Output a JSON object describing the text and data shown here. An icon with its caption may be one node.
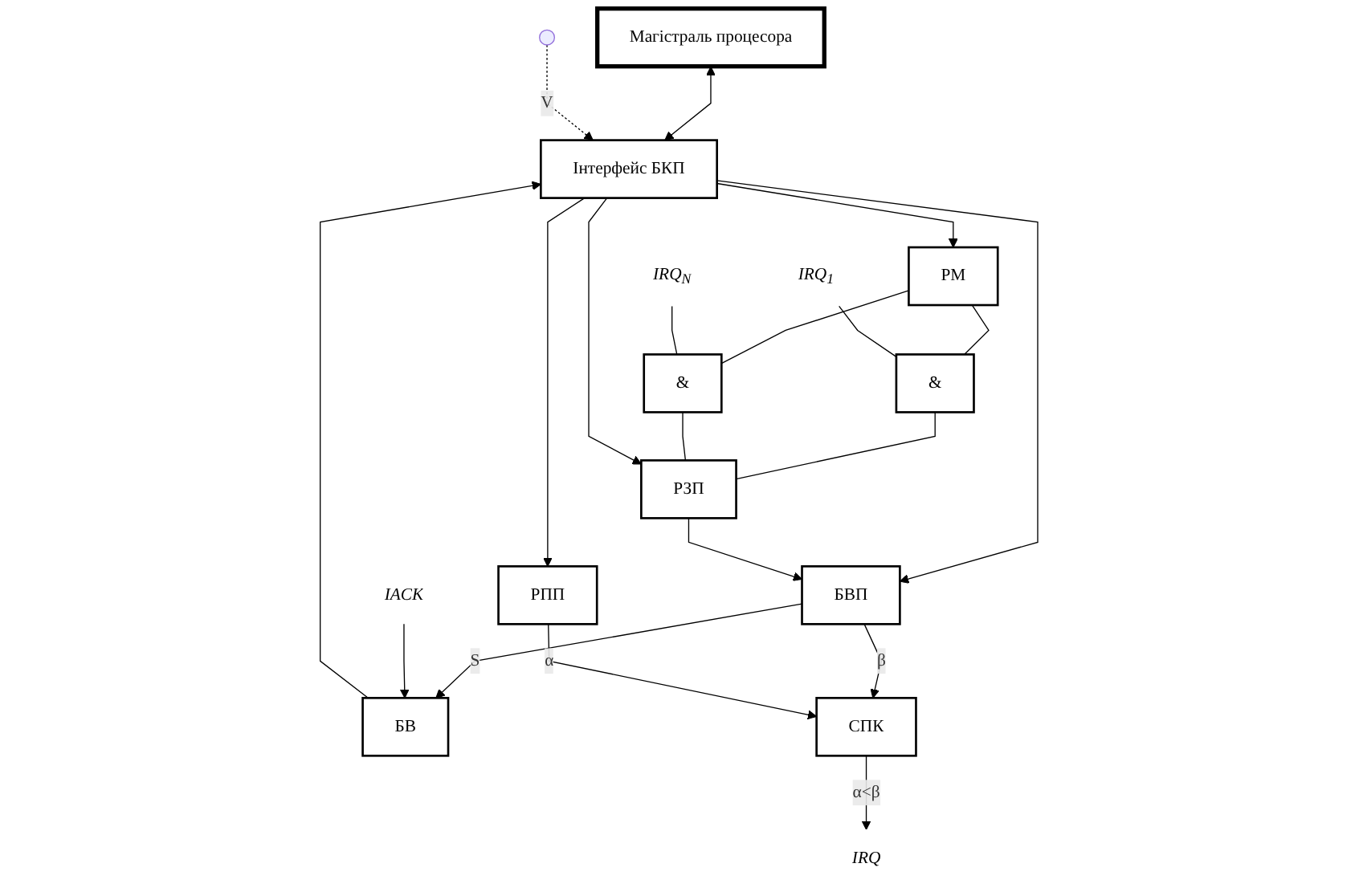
{
  "diagram": {
    "nodes": [
      {
        "text": [
          "Магістраль процесора"
        ]
      },
      {
        "text": [
          "Інтерфейс БКП"
        ]
      },
      {
        "text": [
          "РМ"
        ]
      },
      {
        "text": [
          "&"
        ]
      },
      {
        "text": [
          "&"
        ]
      },
      {
        "text": [
          "РЗП"
        ]
      },
      {
        "text": [
          "БВП"
        ]
      },
      {
        "text": [
          "РПП"
        ]
      },
      {
        "text": [
          "БВ"
        ]
      },
      {
        "text": [
          "СПК"
        ]
      },
      {
        "text": [
          "IRQ$_{1}$"
        ]
      },
      {
        "text": [
          "IRQ$_{N}$"
        ]
      },
      {
        "text": [
          "IRQ"
        ]
      },
      {
        "text": [
          "IACK"
        ]
      }
    ],
    "edges": [
      {
        "from": 0,
        "to": 1,
        "arrow": "both"
      },
      {
        "from": null,
        "to": 1,
        "arrow": "to",
        "style": "dashed",
        "label": "V"
      },
      {
        "from": 1,
        "to": 2,
        "arrow": "to"
      },
      {
        "from": 2,
        "to": 3,
        "arrow": "none"
      },
      {
        "from": 2,
        "to": 4,
        "arrow": "none"
      },
      {
        "from": 10,
        "to": 3,
        "arrow": "none"
      },
      {
        "from": 11,
        "to": 4,
        "arrow": "none"
      },
      {
        "from": 3,
        "to": 5,
        "arrow": "none"
      },
      {
        "from": 4,
        "to": 5,
        "arrow": "none"
      },
      {
        "from": 1,
        "to": 5,
        "arrow": "to"
      },
      {
        "from": 1,
        "to": 6,
        "arrow": "to"
      },
      {
        "from": 1,
        "to": 7,
        "arrow": "to"
      },
      {
        "from": 5,
        "to": 6,
        "arrow": "to"
      },
      {
        "from": 6,
        "to": 8,
        "arrow": "to",
        "label": "S"
      },
      {
        "from": 6,
        "to": 9,
        "arrow": "to",
        "label": "β"
      },
      {
        "from": 7,
        "to": 9,
        "arrow": "to",
        "label": "α"
      },
      {
        "from": 9,
        "to": 12,
        "arrow": "to",
        "label": "α<β"
      },
      {
        "from": 13,
        "to": 8,
        "arrow": "to"
      },
      {
        "from": 8,
        "to": 1,
        "arrow": "to"
      }
    ]
  }
}
